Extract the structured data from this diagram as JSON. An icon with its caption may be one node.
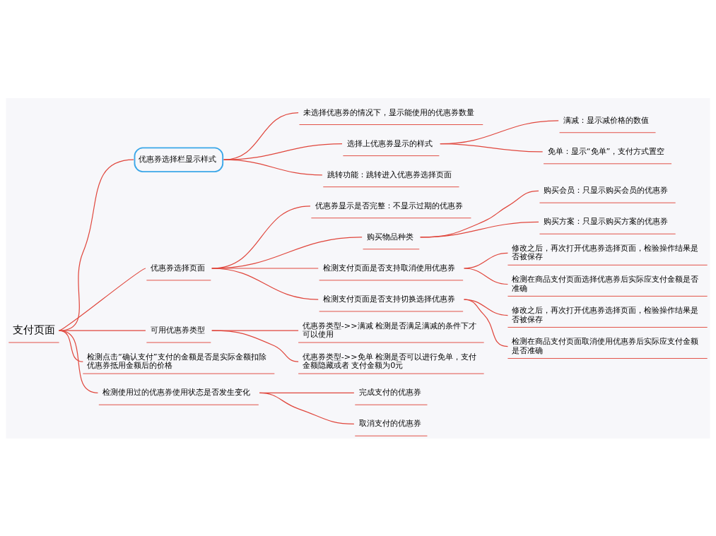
{
  "diagram": {
    "nodes": [
      {
        "text": [
          "支付页面"
        ]
      },
      {
        "text": [
          "优惠券选择栏显示样式"
        ]
      },
      {
        "text": [
          "未选择优惠券的情况下，显示能使用的优惠券数量"
        ]
      },
      {
        "text": [
          "选择上优惠券显示的样式"
        ]
      },
      {
        "text": [
          "满减：显示减价格的数值"
        ]
      },
      {
        "text": [
          "免单：显示“免单”，支付方式置空"
        ]
      },
      {
        "text": [
          "跳转功能：跳转进入优惠券选择页面"
        ]
      },
      {
        "text": [
          "优惠券选择页面"
        ]
      },
      {
        "text": [
          "优惠券显示是否完整：不显示过期的优惠券"
        ]
      },
      {
        "text": [
          "购买物品种类"
        ]
      },
      {
        "text": [
          "购买会员：只显示购买会员的优惠券"
        ]
      },
      {
        "text": [
          "购买方案：只显示购买方案的优惠券"
        ]
      },
      {
        "text": [
          "检测支付页面是否支持取消使用优惠券"
        ]
      },
      {
        "text": [
          "修改之后，再次打开优惠券选择页面，检验操作结果是否被保存"
        ]
      },
      {
        "text": [
          "检测在商品支付页面选择优惠券后实际应支付金额是否准确"
        ]
      },
      {
        "text": [
          "检测支付页面是否支持切换选择优惠券"
        ]
      },
      {
        "text": [
          "修改之后，再次打开优惠券选择页面，检验操作结果是否被保存"
        ]
      },
      {
        "text": [
          "检测在商品支付页面取消使用优惠券后实际应支付金额是否准确"
        ]
      },
      {
        "text": [
          "可用优惠券类型"
        ]
      },
      {
        "text": [
          "优惠券类型->>满减 检测是否满足满减的条件下才可以使用"
        ]
      },
      {
        "text": [
          "优惠券类型->>免单 检测是否可以进行免单，支付金额隐藏或者 支付金额为0元"
        ]
      },
      {
        "text": [
          "检测点击“确认支付”支付的金额是否是实际金额扣除优惠券抵用金额后的价格"
        ]
      },
      {
        "text": [
          "检测使用过的优惠券使用状态是否发生变化"
        ]
      },
      {
        "text": [
          "完成支付的优惠券"
        ]
      },
      {
        "text": [
          "取消支付的优惠券"
        ]
      }
    ],
    "edges": [
      {
        "from": 0,
        "to": 1,
        "arrow": "none"
      },
      {
        "from": 1,
        "to": 2,
        "arrow": "none"
      },
      {
        "from": 1,
        "to": 3,
        "arrow": "none"
      },
      {
        "from": 3,
        "to": 4,
        "arrow": "none"
      },
      {
        "from": 3,
        "to": 5,
        "arrow": "none"
      },
      {
        "from": 1,
        "to": 6,
        "arrow": "none"
      },
      {
        "from": 0,
        "to": 7,
        "arrow": "none"
      },
      {
        "from": 7,
        "to": 8,
        "arrow": "none"
      },
      {
        "from": 7,
        "to": 9,
        "arrow": "none"
      },
      {
        "from": 9,
        "to": 10,
        "arrow": "none"
      },
      {
        "from": 9,
        "to": 11,
        "arrow": "none"
      },
      {
        "from": 7,
        "to": 12,
        "arrow": "none"
      },
      {
        "from": 12,
        "to": 13,
        "arrow": "none"
      },
      {
        "from": 12,
        "to": 14,
        "arrow": "none"
      },
      {
        "from": 7,
        "to": 15,
        "arrow": "none"
      },
      {
        "from": 15,
        "to": 16,
        "arrow": "none"
      },
      {
        "from": 15,
        "to": 17,
        "arrow": "none"
      },
      {
        "from": 0,
        "to": 18,
        "arrow": "none"
      },
      {
        "from": 18,
        "to": 19,
        "arrow": "none"
      },
      {
        "from": 18,
        "to": 20,
        "arrow": "none"
      },
      {
        "from": 0,
        "to": 21,
        "arrow": "none"
      },
      {
        "from": 0,
        "to": 22,
        "arrow": "none"
      },
      {
        "from": 22,
        "to": 23,
        "arrow": "none"
      },
      {
        "from": 22,
        "to": 24,
        "arrow": "none"
      }
    ]
  }
}
